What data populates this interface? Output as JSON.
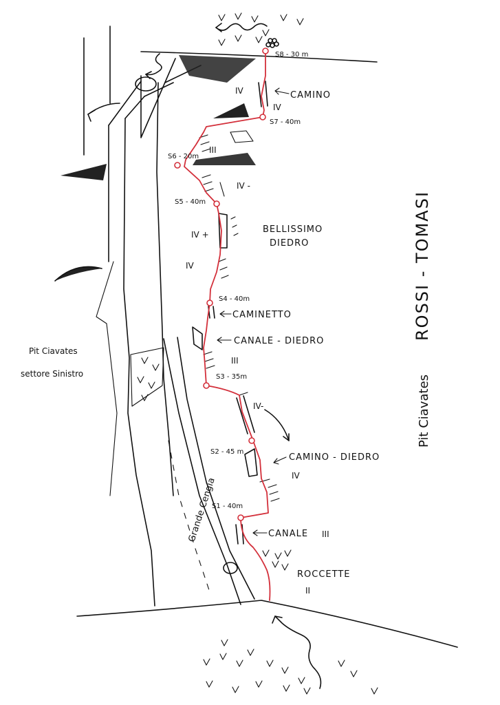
{
  "route": {
    "name": "Pit Ciavates - ROSSI - TOMASI",
    "name_part1": "Pit Ciavates",
    "name_part2": "ROSSI - TOMASI"
  },
  "sector": {
    "line1": "Pit Ciavates",
    "line2": "settore Sinistro"
  },
  "features": {
    "grande_cengia": "Grande Cengia",
    "roccette": "ROCCETTE",
    "canale": "CANALE",
    "camino_diedro": "CAMINO - DIEDRO",
    "canale_diedro": "CANALE - DIEDRO",
    "caminetto": "CAMINETTO",
    "bellissimo": "BELLISSIMO",
    "diedro": "DIEDRO",
    "camino": "CAMINO"
  },
  "belays": {
    "s1": "S1 - 40m",
    "s2": "S2 - 45 m",
    "s3": "S3 - 35m",
    "s4": "S4 - 40m",
    "s5": "S5 - 40m",
    "s6": "S6 - 20m",
    "s7": "S7 - 40m",
    "s8": "S8 - 30 m"
  },
  "grades": {
    "g_roccette": "II",
    "g_canale": "III",
    "g_s1s2": "IV",
    "g_iv_minus_low": "IV-",
    "g_s3s4": "III",
    "g_s4s5": "IV",
    "g_diedro": "IV +",
    "g_s5": "IV -",
    "g_s6": "III",
    "g_camino_right": "IV",
    "g_camino_left": "IV"
  },
  "colors": {
    "ink": "#111111",
    "route": "#d32f3a",
    "paper": "#ffffff"
  }
}
